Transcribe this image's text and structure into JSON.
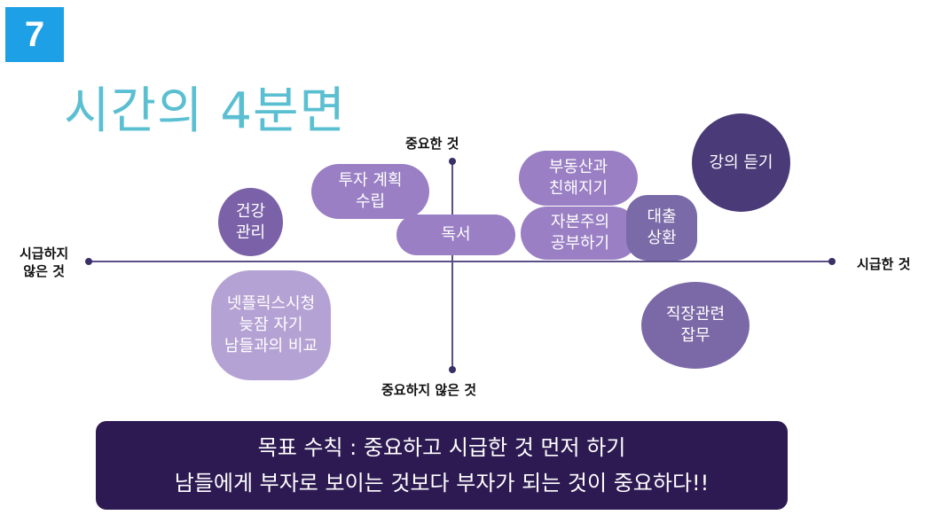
{
  "slide": {
    "number": "7",
    "title": "시간의 4분면"
  },
  "axes": {
    "top_label": "중요한 것",
    "bottom_label": "중요하지 않은 것",
    "left_label": "시급하지\n않은 것",
    "right_label": "시급한 것",
    "line_color": "#5b4f86"
  },
  "items": [
    {
      "id": "health",
      "text": "건강\n관리",
      "color": "#7b62a8"
    },
    {
      "id": "invest",
      "text": "투자 계획\n수립",
      "color": "#9a7fc4"
    },
    {
      "id": "reading",
      "text": "독서",
      "color": "#9a7fc4"
    },
    {
      "id": "realestate",
      "text": "부동산과\n친해지기",
      "color": "#9a7fc4"
    },
    {
      "id": "capitalism",
      "text": "자본주의\n공부하기",
      "color": "#9a7fc4"
    },
    {
      "id": "fx",
      "text": "대출\n상환",
      "color": "#7a6aa8"
    },
    {
      "id": "lecture",
      "text": "강의 듣기",
      "color": "#4a3a78"
    },
    {
      "id": "work",
      "text": "직장관련\n잡무",
      "color": "#7b68a6"
    },
    {
      "id": "waste",
      "text": "넷플릭스시청\n늦잠 자기\n남들과의 비교",
      "color": "#b5a2d4"
    }
  ],
  "rule": {
    "line1": "목표 수칙 : 중요하고 시급한 것 먼저 하기",
    "line2": "남들에게 부자로 보이는 것보다 부자가 되는 것이 중요하다!!",
    "background": "#2d1a52"
  }
}
